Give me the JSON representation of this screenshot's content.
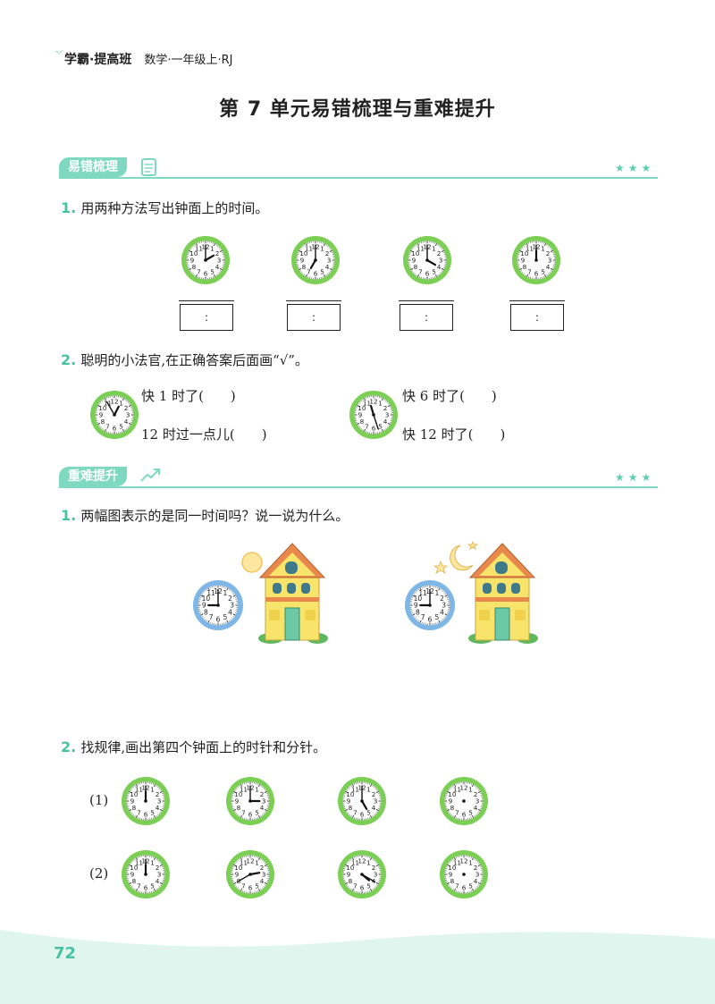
{
  "header": {
    "brand": "学霸·提高班",
    "subtitle": "数学·一年级上·RJ"
  },
  "title": "第 7 单元易错梳理与重难提升",
  "section1": {
    "label": "易错梳理"
  },
  "section2": {
    "label": "重难提升"
  },
  "q1_1": {
    "num": "1.",
    "text": "用两种方法写出钟面上的时间。",
    "box_colon": ":",
    "clocks": [
      {
        "hour": 2,
        "minute": 0
      },
      {
        "hour": 7,
        "minute": 0
      },
      {
        "hour": 4,
        "minute": 0
      },
      {
        "hour": 12,
        "minute": 0
      }
    ]
  },
  "q1_2": {
    "num": "2.",
    "text": "聪明的小法官,在正确答案后面画“√”。",
    "left_opt1": "快 1 时了(　　)",
    "left_opt2": "12 时过一点儿(　　)",
    "right_opt1": "快 6 时了(　　)",
    "right_opt2": "快 12 时了(　　)",
    "clocks": [
      {
        "hour": 12,
        "minute": 55
      },
      {
        "hour": 11,
        "minute": 27
      }
    ]
  },
  "q2_1": {
    "num": "1.",
    "text": "两幅图表示的是同一时间吗？说一说为什么。",
    "clocks": [
      {
        "hour": 9,
        "minute": 0
      },
      {
        "hour": 9,
        "minute": 0
      }
    ]
  },
  "q2_2": {
    "num": "2.",
    "text": "找规律,画出第四个钟面上的时针和分针。",
    "row1_label": "(1)",
    "row2_label": "(2)",
    "row1": [
      {
        "hour": 12,
        "minute": 0
      },
      {
        "hour": 3,
        "minute": 0
      },
      {
        "hour": 5,
        "minute": 0
      },
      null
    ],
    "row2": [
      {
        "hour": 12,
        "minute": 0
      },
      {
        "hour": 2,
        "minute": 40
      },
      {
        "hour": 4,
        "minute": 20
      },
      null
    ]
  },
  "page_number": "72",
  "colors": {
    "accent": "#7ed9c0",
    "clock_green": "#7ccf55",
    "clock_blue": "#7fb6e8"
  }
}
